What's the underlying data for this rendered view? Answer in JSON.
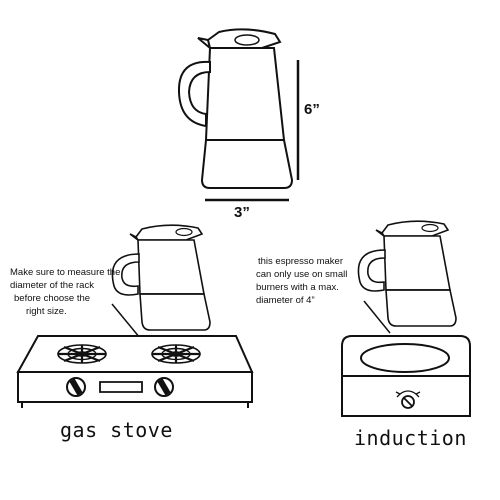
{
  "dimensions": {
    "height": "6”",
    "width": "3”"
  },
  "gas_note": {
    "lines": [
      "Make sure to measure the",
      "diameter of the rack",
      "before choose the",
      "right size."
    ]
  },
  "induction_note": {
    "lines": [
      "this espresso maker",
      "can only use on small",
      "burners with a max.",
      "diameter of 4”"
    ]
  },
  "captions": {
    "gas": "gas stove",
    "induction": "induction"
  }
}
